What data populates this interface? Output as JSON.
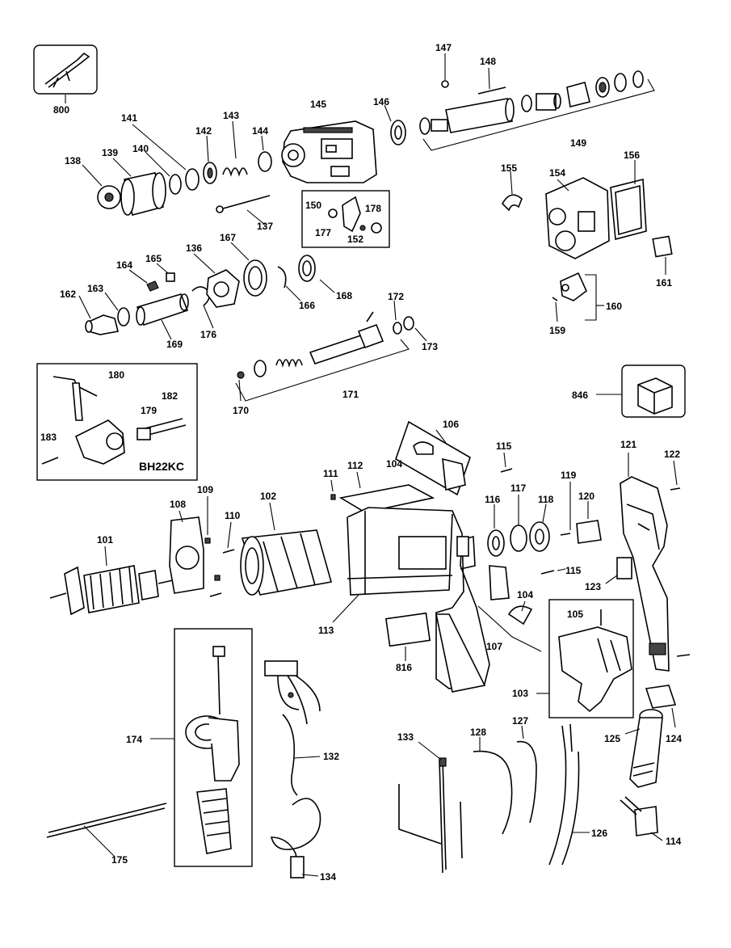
{
  "diagram": {
    "callouts": {
      "p800": "800",
      "p147": "147",
      "p148": "148",
      "p146": "146",
      "p145": "145",
      "p141": "141",
      "p142": "142",
      "p143": "143",
      "p144": "144",
      "p139": "139",
      "p140": "140",
      "p138": "138",
      "p149": "149",
      "p155": "155",
      "p154": "154",
      "p156": "156",
      "p137": "137",
      "p150": "150",
      "p178": "178",
      "p177": "177",
      "p152": "152",
      "p161": "161",
      "p136": "136",
      "p167": "167",
      "p165": "165",
      "p164": "164",
      "p162": "162",
      "p163": "163",
      "p168": "168",
      "p166": "166",
      "p176": "176",
      "p169": "169",
      "p160": "160",
      "p159": "159",
      "p172": "172",
      "p173": "173",
      "p180": "180",
      "p182": "182",
      "p179": "179",
      "p183": "183",
      "p170": "170",
      "p171": "171",
      "p846": "846",
      "p106": "106",
      "p115a": "115",
      "p121": "121",
      "p122": "122",
      "p104a": "104",
      "p112": "112",
      "p111": "111",
      "p109": "109",
      "p108": "108",
      "p102": "102",
      "p110": "110",
      "p116": "116",
      "p117": "117",
      "p118": "118",
      "p119": "119",
      "p120": "120",
      "p101": "101",
      "p115b": "115",
      "p123": "123",
      "p113": "113",
      "p104b": "104",
      "p105": "105",
      "p107": "107",
      "p816": "816",
      "p103": "103",
      "p174": "174",
      "p132": "132",
      "p133": "133",
      "p128": "128",
      "p127": "127",
      "p125": "125",
      "p124": "124",
      "p126": "126",
      "p175": "175",
      "p134": "134",
      "p114": "114"
    },
    "kit_label": "BH22KC"
  }
}
